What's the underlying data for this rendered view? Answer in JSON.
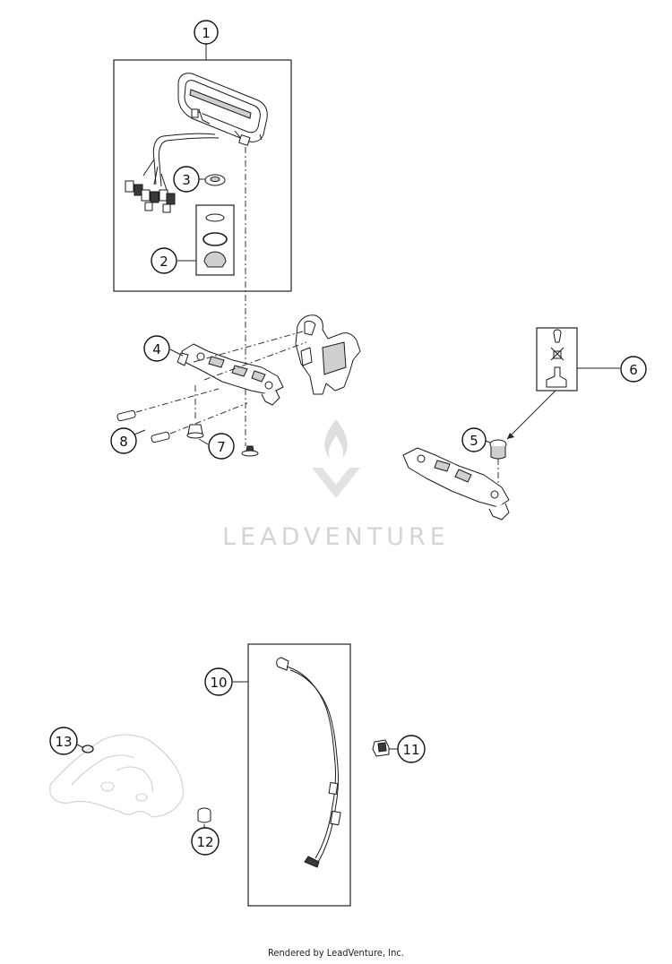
{
  "callouts": [
    {
      "id": "callout-1",
      "label": "1"
    },
    {
      "id": "callout-2",
      "label": "2"
    },
    {
      "id": "callout-3",
      "label": "3"
    },
    {
      "id": "callout-4",
      "label": "4"
    },
    {
      "id": "callout-5",
      "label": "5"
    },
    {
      "id": "callout-6",
      "label": "6"
    },
    {
      "id": "callout-7",
      "label": "7"
    },
    {
      "id": "callout-8",
      "label": "8"
    },
    {
      "id": "callout-10",
      "label": "10"
    },
    {
      "id": "callout-11",
      "label": "11"
    },
    {
      "id": "callout-12",
      "label": "12"
    },
    {
      "id": "callout-13",
      "label": "13"
    }
  ],
  "watermark": {
    "text": "LEADVENTURE"
  },
  "footer": {
    "text": "Rendered by LeadVenture, Inc."
  }
}
